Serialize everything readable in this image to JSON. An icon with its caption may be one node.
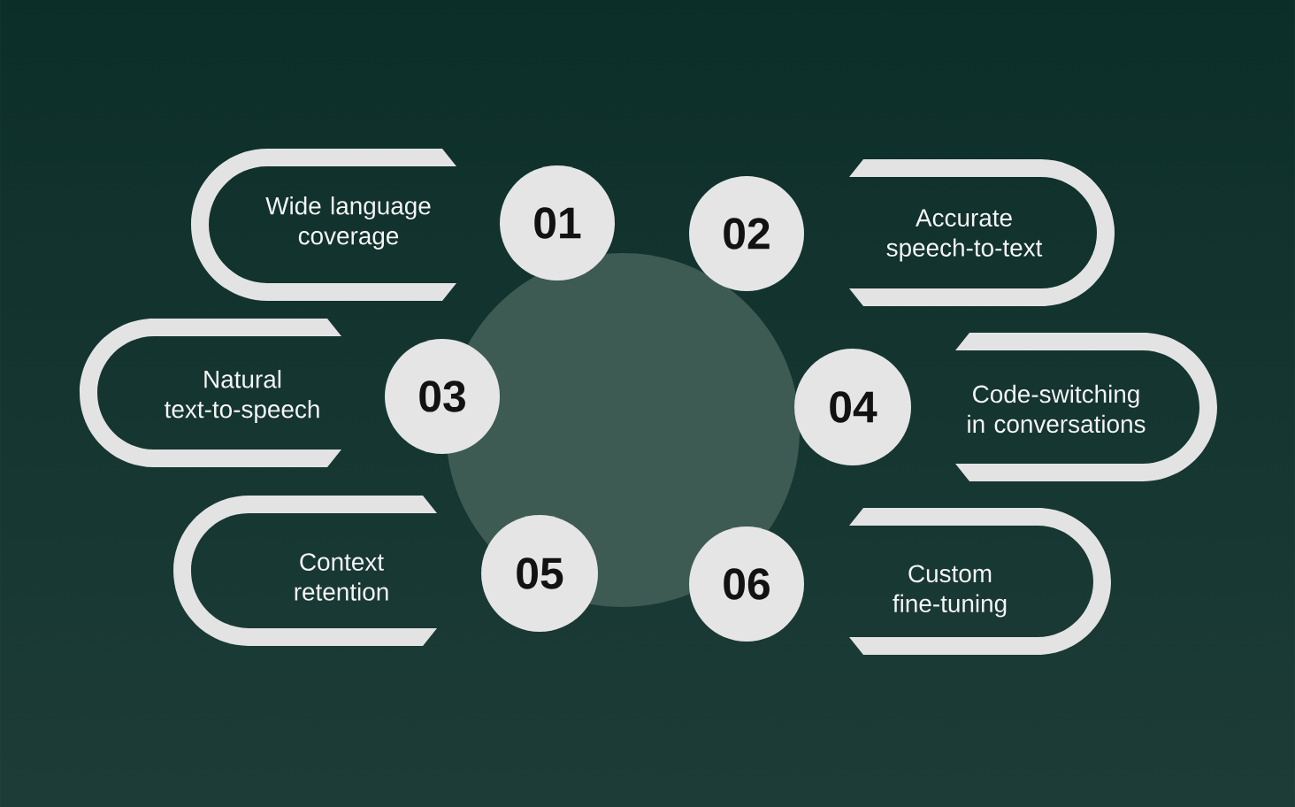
{
  "diagram": {
    "nodes": [
      {
        "text": [
          "Wide language coverage"
        ]
      },
      {
        "text": [
          "01"
        ]
      },
      {
        "text": [
          "02"
        ]
      },
      {
        "text": [
          "Accurate speech-to-text"
        ]
      },
      {
        "text": [
          "Natural text-to-speech"
        ]
      },
      {
        "text": [
          "03"
        ]
      },
      {
        "text": [
          "04"
        ]
      },
      {
        "text": [
          "Code-switching in conversations"
        ]
      },
      {
        "text": [
          "Context retention"
        ]
      },
      {
        "text": [
          "05"
        ]
      },
      {
        "text": [
          "06"
        ]
      },
      {
        "text": [
          "Custom fine-tuning"
        ]
      }
    ]
  }
}
